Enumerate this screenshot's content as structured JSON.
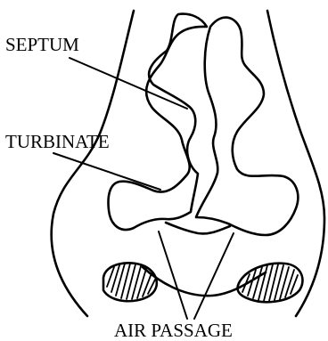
{
  "diagram": {
    "labels": {
      "septum": "SEPTUM",
      "turbinate": "TURBINATE",
      "air_passage": "AIR PASSAGE"
    }
  },
  "colors": {
    "ink": "#000000",
    "background": "#ffffff"
  }
}
